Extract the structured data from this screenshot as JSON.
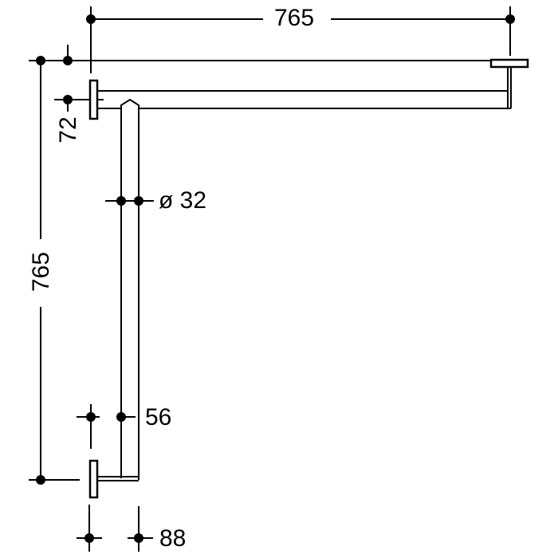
{
  "drawing": {
    "title": "L-shaped grab bar dimension drawing",
    "colors": {
      "line": "#000000",
      "background": "#ffffff"
    },
    "dimensions": {
      "top_width": "765",
      "left_height": "765",
      "wall_offset": "72",
      "tube_diameter": "ø 32",
      "bottom_offset": "56",
      "bottom_projection": "88"
    }
  }
}
